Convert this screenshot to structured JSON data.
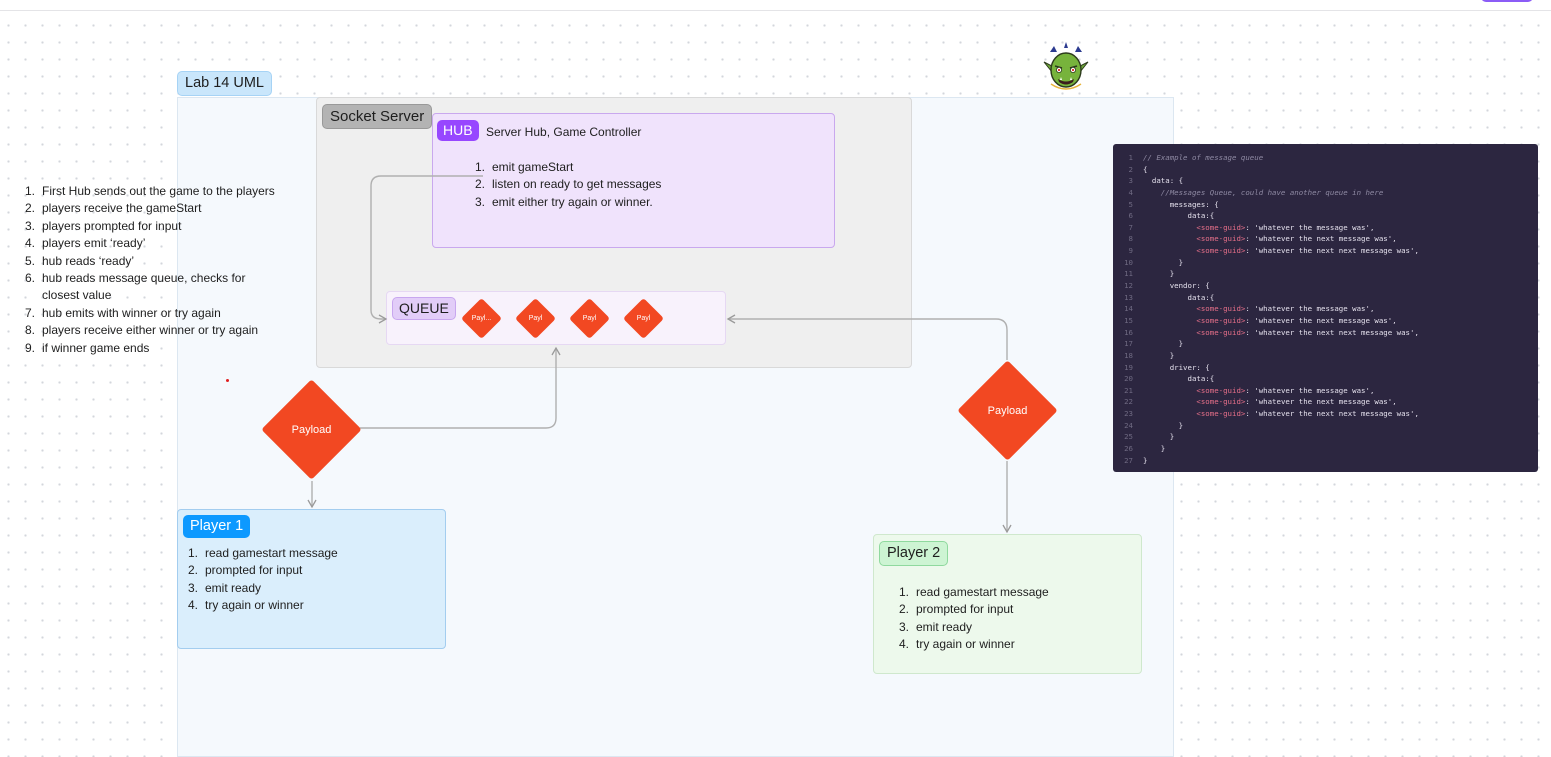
{
  "colors": {
    "accent": "#8b5cf6",
    "diamond": "#f24822",
    "lab_frame_bg": "#f5f9fd",
    "socket_server_bg": "#efefef",
    "hub_bg": "#f0e3fc",
    "player1_bg": "#daeefc",
    "player2_bg": "#edf9ec",
    "code_bg": "#2c2640"
  },
  "icons": {
    "avatar": "goblin-avatar-icon"
  },
  "lab": {
    "title": "Lab 14 UML"
  },
  "socket_server": {
    "title": "Socket Server"
  },
  "hub": {
    "badge": "HUB",
    "title": "Server Hub, Game Controller",
    "steps": [
      "emit gameStart",
      "listen on ready to get messages",
      "emit either try again or winner."
    ]
  },
  "queue": {
    "badge": "QUEUE",
    "items": [
      "Payl...",
      "Payl",
      "Payl",
      "Payl"
    ]
  },
  "payload_left": {
    "label": "Payload"
  },
  "payload_right": {
    "label": "Payload"
  },
  "flow_steps": [
    "First Hub sends out the game to the players",
    "players receive the gameStart",
    "players prompted for input",
    "players emit ‘ready’",
    "hub reads ‘ready’",
    "hub reads message queue, checks for closest value",
    "hub emits with winner or try again",
    "players receive either winner or try again",
    "if winner game ends"
  ],
  "player1": {
    "title": "Player 1",
    "steps": [
      "read gamestart message",
      "prompted for input",
      "emit ready",
      "try again or winner"
    ]
  },
  "player2": {
    "title": "Player 2",
    "steps": [
      "read gamestart message",
      "prompted for input",
      "emit ready",
      "try again or winner"
    ]
  },
  "code_lines": [
    {
      "n": "1",
      "segs": [
        {
          "t": "// Example of message queue",
          "c": "comment"
        }
      ]
    },
    {
      "n": "2",
      "segs": [
        {
          "t": "{",
          "c": ""
        }
      ]
    },
    {
      "n": "3",
      "segs": [
        {
          "t": "  data: {",
          "c": ""
        }
      ]
    },
    {
      "n": "4",
      "segs": [
        {
          "t": "    //Messages Queue, could have another queue in here",
          "c": "comment"
        }
      ]
    },
    {
      "n": "5",
      "segs": [
        {
          "t": "      messages: {",
          "c": ""
        }
      ]
    },
    {
      "n": "6",
      "segs": [
        {
          "t": "          data:{",
          "c": ""
        }
      ]
    },
    {
      "n": "7",
      "segs": [
        {
          "t": "            ",
          "c": ""
        },
        {
          "t": "<some-guid>",
          "c": "tag"
        },
        {
          "t": ": 'whatever the message was',",
          "c": ""
        }
      ]
    },
    {
      "n": "8",
      "segs": [
        {
          "t": "            ",
          "c": ""
        },
        {
          "t": "<some-guid>",
          "c": "tag"
        },
        {
          "t": ": 'whatever the next message was',",
          "c": ""
        }
      ]
    },
    {
      "n": "9",
      "segs": [
        {
          "t": "            ",
          "c": ""
        },
        {
          "t": "<some-guid>",
          "c": "tag"
        },
        {
          "t": ": 'whatever the next next message was',",
          "c": ""
        }
      ]
    },
    {
      "n": "10",
      "segs": [
        {
          "t": "        }",
          "c": ""
        }
      ]
    },
    {
      "n": "11",
      "segs": [
        {
          "t": "      }",
          "c": ""
        }
      ]
    },
    {
      "n": "12",
      "segs": [
        {
          "t": "      vendor: {",
          "c": ""
        }
      ]
    },
    {
      "n": "13",
      "segs": [
        {
          "t": "          data:{",
          "c": ""
        }
      ]
    },
    {
      "n": "14",
      "segs": [
        {
          "t": "            ",
          "c": ""
        },
        {
          "t": "<some-guid>",
          "c": "tag"
        },
        {
          "t": ": 'whatever the message was',",
          "c": ""
        }
      ]
    },
    {
      "n": "15",
      "segs": [
        {
          "t": "            ",
          "c": ""
        },
        {
          "t": "<some-guid>",
          "c": "tag"
        },
        {
          "t": ": 'whatever the next message was',",
          "c": ""
        }
      ]
    },
    {
      "n": "16",
      "segs": [
        {
          "t": "            ",
          "c": ""
        },
        {
          "t": "<some-guid>",
          "c": "tag"
        },
        {
          "t": ": 'whatever the next next message was',",
          "c": ""
        }
      ]
    },
    {
      "n": "17",
      "segs": [
        {
          "t": "        }",
          "c": ""
        }
      ]
    },
    {
      "n": "18",
      "segs": [
        {
          "t": "      }",
          "c": ""
        }
      ]
    },
    {
      "n": "19",
      "segs": [
        {
          "t": "      driver: {",
          "c": ""
        }
      ]
    },
    {
      "n": "20",
      "segs": [
        {
          "t": "          data:{",
          "c": ""
        }
      ]
    },
    {
      "n": "21",
      "segs": [
        {
          "t": "            ",
          "c": ""
        },
        {
          "t": "<some-guid>",
          "c": "tag"
        },
        {
          "t": ": 'whatever the message was',",
          "c": ""
        }
      ]
    },
    {
      "n": "22",
      "segs": [
        {
          "t": "            ",
          "c": ""
        },
        {
          "t": "<some-guid>",
          "c": "tag"
        },
        {
          "t": ": 'whatever the next message was',",
          "c": ""
        }
      ]
    },
    {
      "n": "23",
      "segs": [
        {
          "t": "            ",
          "c": ""
        },
        {
          "t": "<some-guid>",
          "c": "tag"
        },
        {
          "t": ": 'whatever the next next message was',",
          "c": ""
        }
      ]
    },
    {
      "n": "24",
      "segs": [
        {
          "t": "        }",
          "c": ""
        }
      ]
    },
    {
      "n": "25",
      "segs": [
        {
          "t": "      }",
          "c": ""
        }
      ]
    },
    {
      "n": "26",
      "segs": [
        {
          "t": "    }",
          "c": ""
        }
      ]
    },
    {
      "n": "27",
      "segs": [
        {
          "t": "}",
          "c": ""
        }
      ]
    }
  ]
}
